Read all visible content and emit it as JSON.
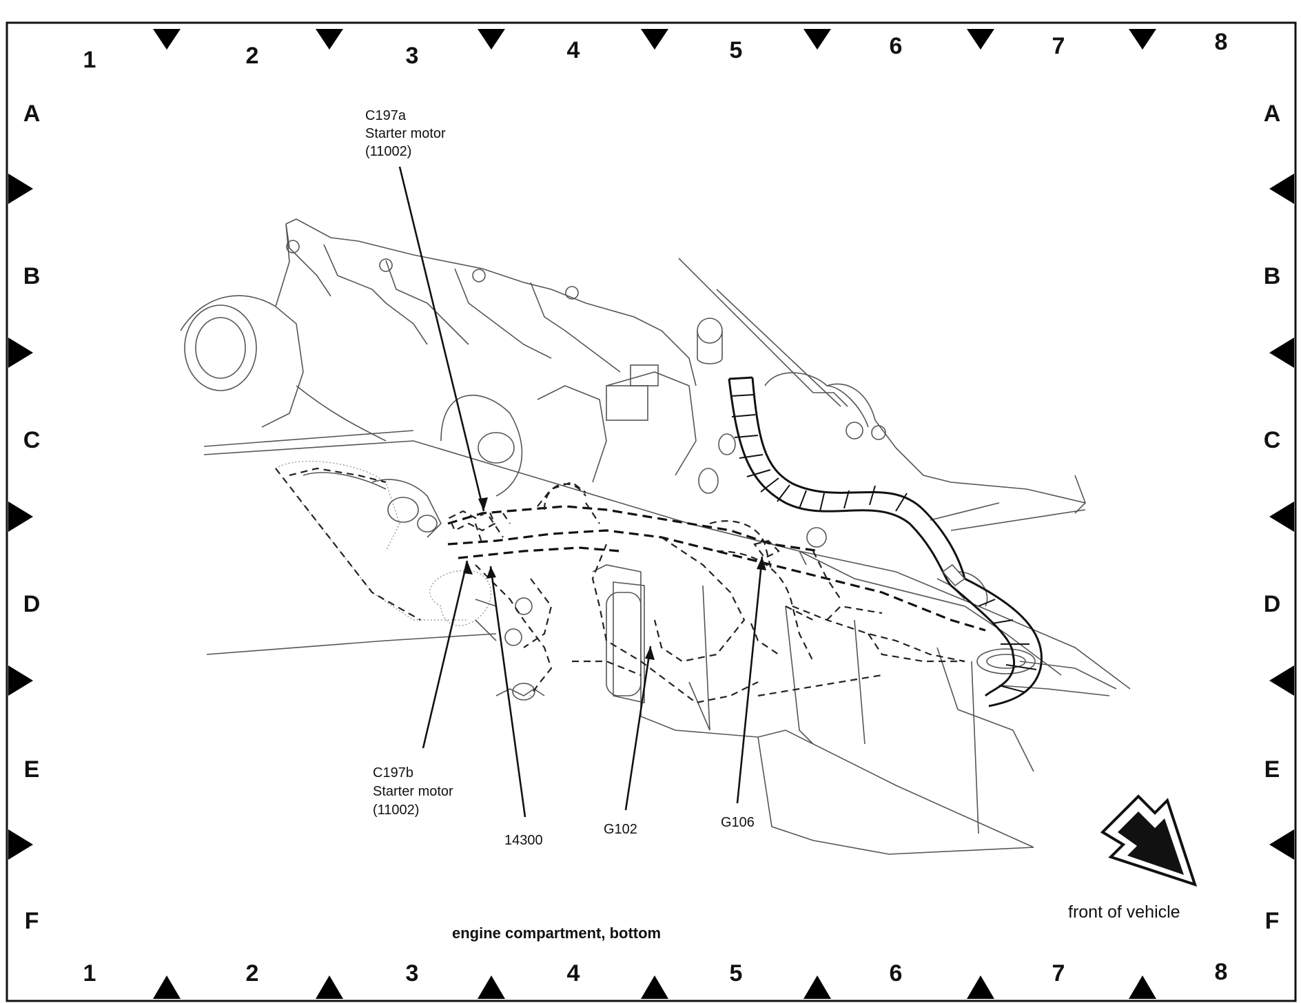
{
  "grid": {
    "columns": [
      "1",
      "2",
      "3",
      "4",
      "5",
      "6",
      "7",
      "8"
    ],
    "rows": [
      "A",
      "B",
      "C",
      "D",
      "E",
      "F"
    ]
  },
  "callouts": {
    "c197a": {
      "lines": [
        "C197a",
        "Starter motor",
        "(11002)"
      ]
    },
    "c197b": {
      "lines": [
        "C197b",
        "Starter motor",
        "(11002)"
      ]
    },
    "n14300": {
      "lines": [
        "14300"
      ]
    },
    "g102": {
      "lines": [
        "G102"
      ]
    },
    "g106": {
      "lines": [
        "G106"
      ]
    }
  },
  "caption": "engine compartment, bottom",
  "front_label": "front of vehicle"
}
